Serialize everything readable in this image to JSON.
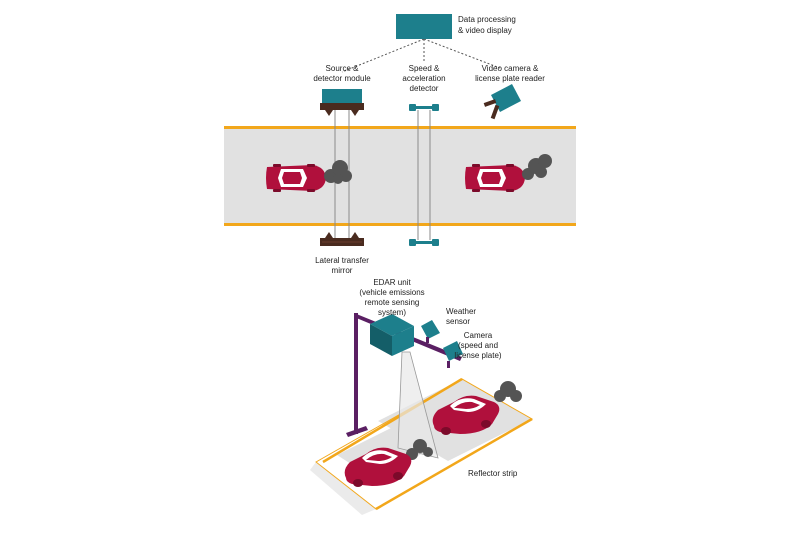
{
  "colors": {
    "teal": "#1d7f8c",
    "teal_dark": "#145e68",
    "road": "#e1e1e1",
    "road_edge": "#f2a71b",
    "car": "#b0103c",
    "car_dark": "#7c0a2a",
    "smoke": "#545454",
    "purple": "#5a1f63",
    "brown": "#4a2b1f",
    "beam": "#888888"
  },
  "top_diagram": {
    "processor": {
      "label_line1": "Data processing",
      "label_line2": "& video display",
      "icon": "monitor-box"
    },
    "source_detector": {
      "label_line1": "Source &",
      "label_line2": "detector module"
    },
    "speed_detector": {
      "label_line1": "Speed &",
      "label_line2": "acceleration",
      "label_line3": "detector"
    },
    "video_camera": {
      "label_line1": "Video camera &",
      "label_line2": "license plate reader",
      "icon": "camera-icon"
    },
    "mirror": {
      "label_line1": "Lateral transfer",
      "label_line2": "mirror"
    }
  },
  "bottom_diagram": {
    "edar_unit": {
      "label_line1": "EDAR unit",
      "label_line2": "(vehicle emissions",
      "label_line3": "remote sensing",
      "label_line4": "system)"
    },
    "weather_sensor": {
      "label_line1": "Weather",
      "label_line2": "sensor"
    },
    "camera": {
      "label_line1": "Camera",
      "label_line2": "(speed and",
      "label_line3": "license plate)"
    },
    "reflector_strip": {
      "label": "Reflector strip"
    }
  }
}
